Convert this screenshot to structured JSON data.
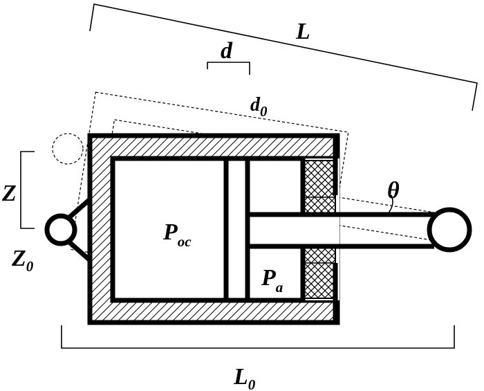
{
  "labels": {
    "L": "L",
    "L0_main": "L",
    "L0_sub": "0",
    "d": "d",
    "d0_main": "d",
    "d0_sub": "0",
    "Z": "Z",
    "Z0_main": "Z",
    "Z0_sub": "0",
    "theta": "θ",
    "Poc_main": "P",
    "Poc_sub": "oc",
    "Pa_main": "P",
    "Pa_sub": "a"
  }
}
